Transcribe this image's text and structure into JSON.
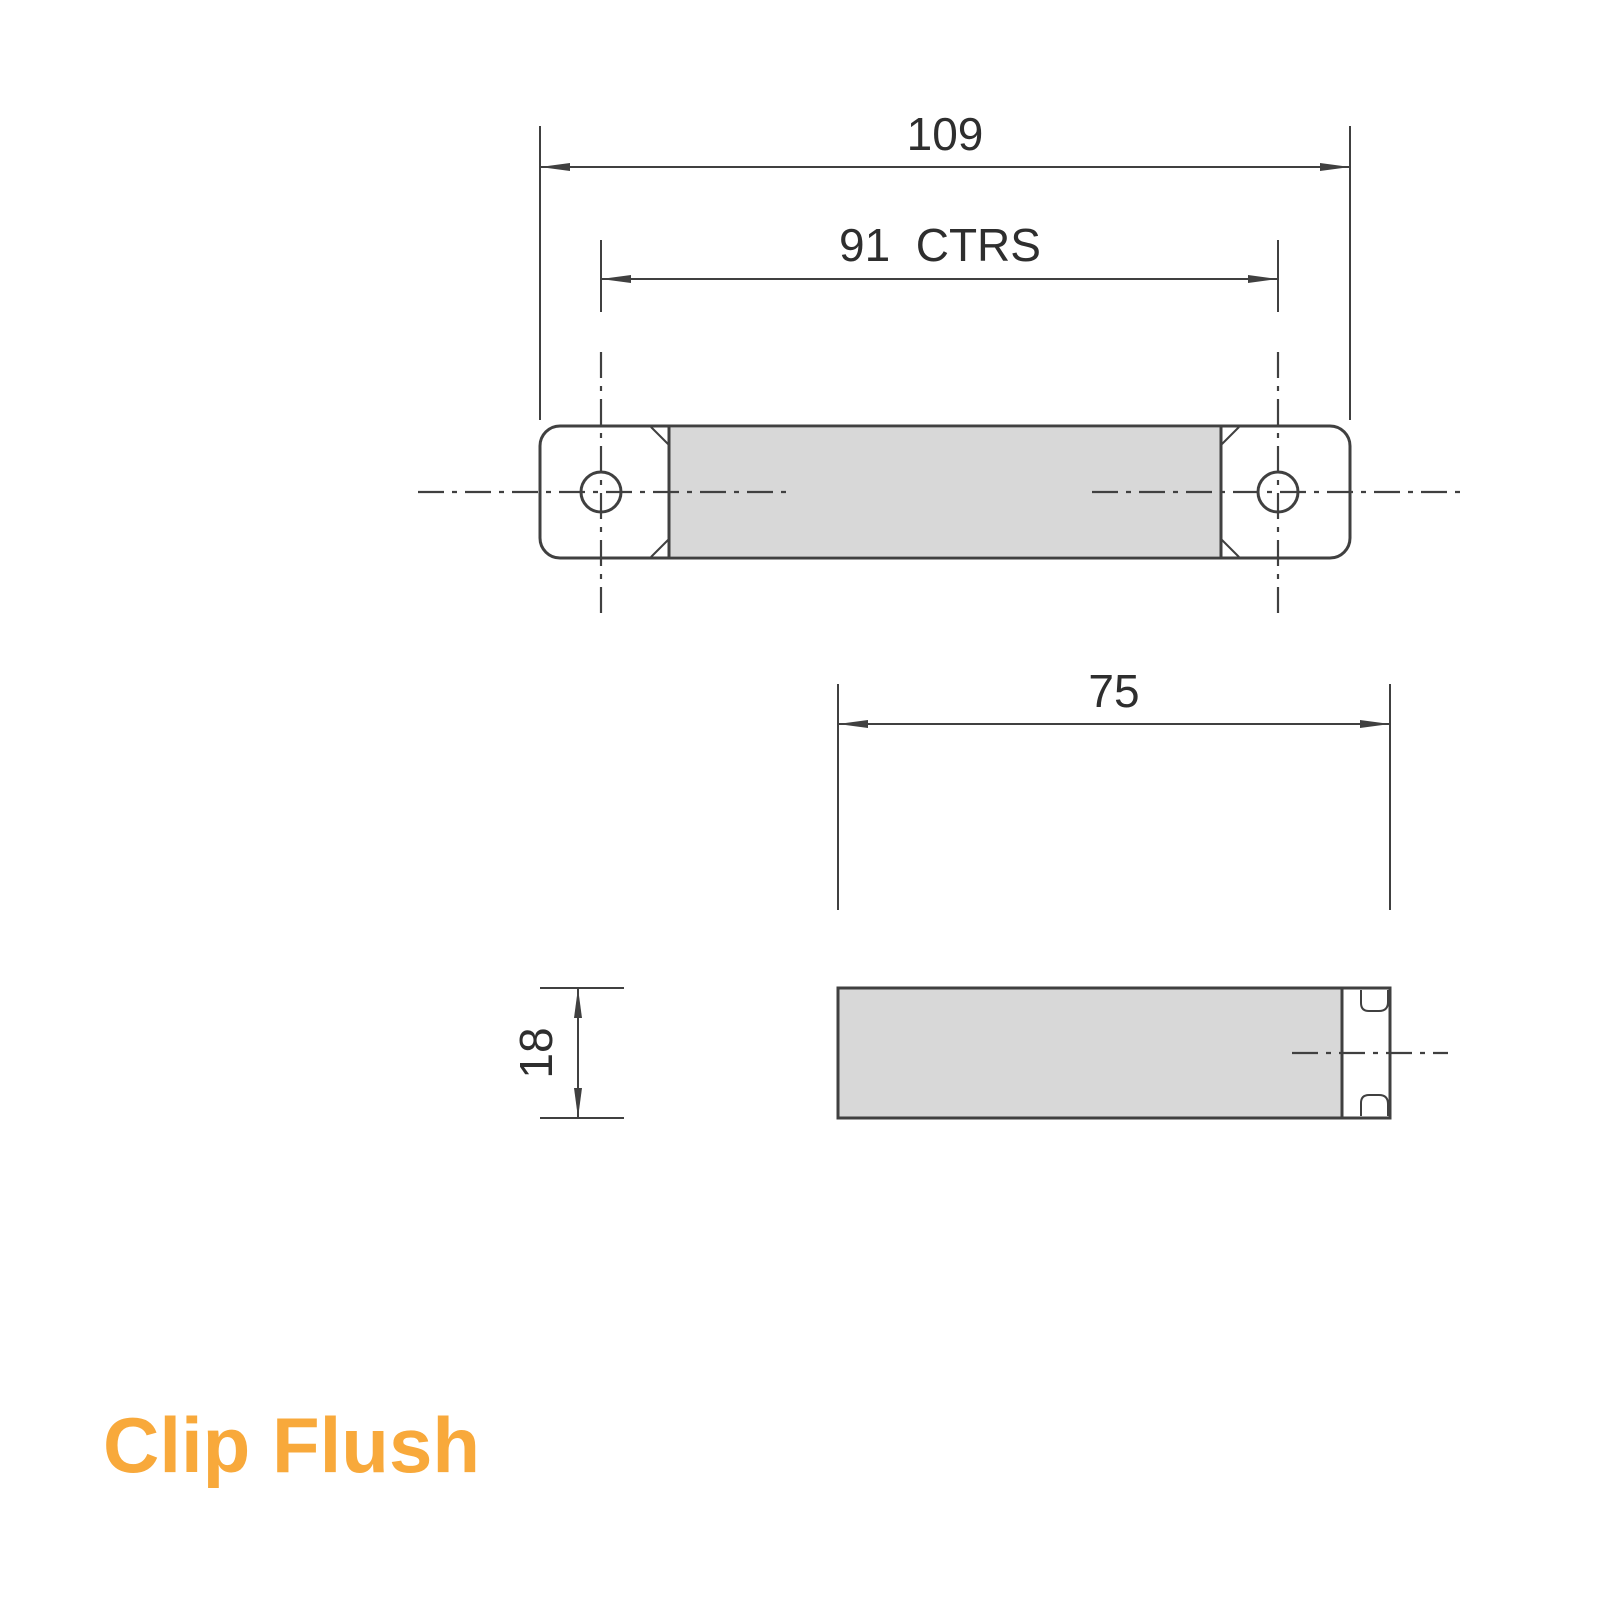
{
  "title": {
    "label": "Clip Flush"
  },
  "colors": {
    "accent": "#F8A93B",
    "line": "#404040",
    "dim_text": "#2E2E2E",
    "part_fill": "#D8D8D8",
    "background": "#FFFFFF"
  },
  "top_view": {
    "dim_overall_length": "109",
    "dim_hole_centres": "91  CTRS"
  },
  "side_view": {
    "dim_length": "75",
    "dim_height": "18"
  }
}
